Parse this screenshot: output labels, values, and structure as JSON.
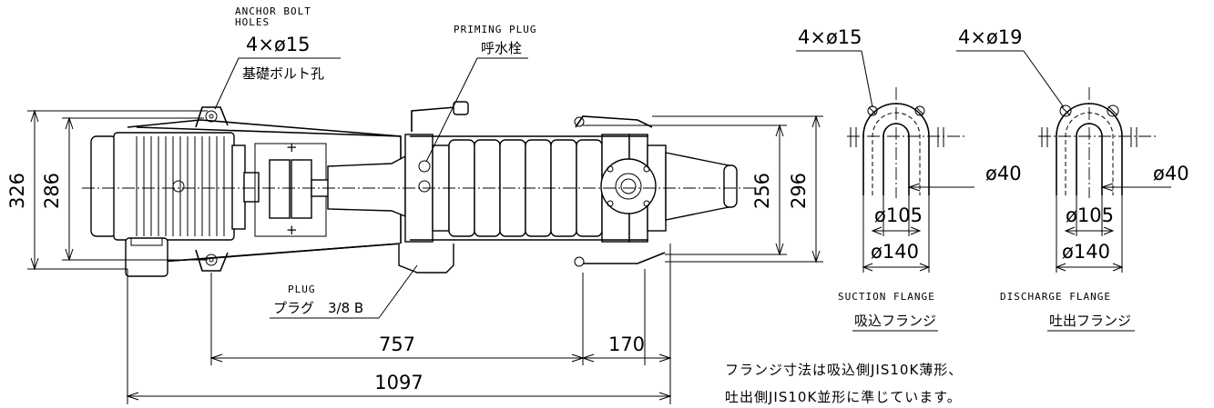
{
  "labels": {
    "anchor_bolt_line1": "ANCHOR BOLT",
    "anchor_bolt_line2": "HOLES",
    "anchor_bolt_size": "4×ø15",
    "anchor_bolt_jp": "基礎ボルト孔",
    "priming_plug": "PRIMING PLUG",
    "priming_plug_jp": "呼水栓",
    "plug": "PLUG",
    "plug_jp": "プラグ",
    "plug_size": "3/8 B"
  },
  "dimensions": {
    "height_326": "326",
    "height_286": "286",
    "height_256": "256",
    "height_296": "296",
    "length_757": "757",
    "length_170": "170",
    "length_1097": "1097"
  },
  "flanges": {
    "suction": {
      "holes": "4×ø15",
      "bore": "ø40",
      "pcd": "ø105",
      "outer": "ø140",
      "title": "SUCTION FLANGE",
      "title_jp": "吸込フランジ"
    },
    "discharge": {
      "holes": "4×ø19",
      "bore": "ø40",
      "pcd": "ø105",
      "outer": "ø140",
      "title": "DISCHARGE FLANGE",
      "title_jp": "吐出フランジ"
    }
  },
  "note": {
    "line1": "フランジ寸法は吸込側JIS10K薄形、",
    "line2": "吐出側JIS10K並形に準じています。"
  }
}
